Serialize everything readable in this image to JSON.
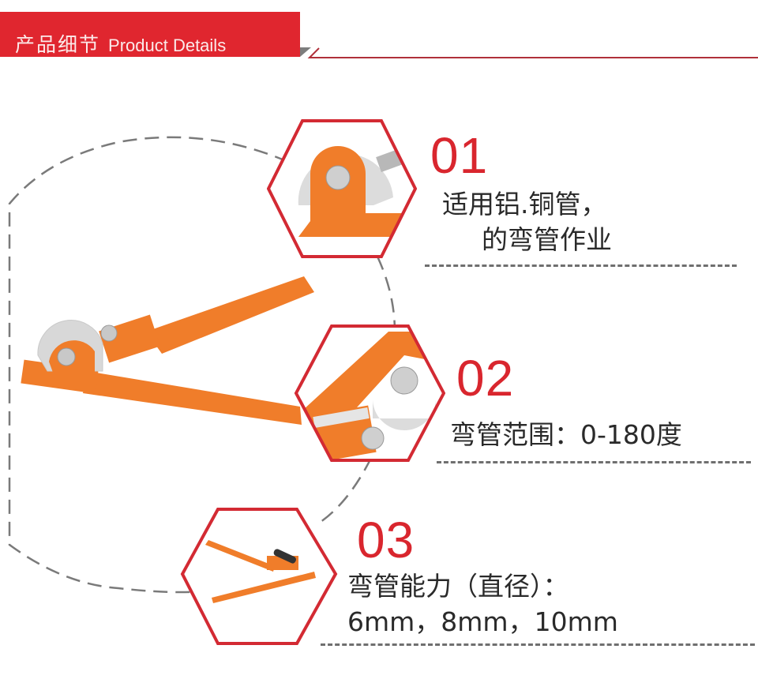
{
  "header": {
    "title_cn": "产品细节",
    "title_en": "Product Details",
    "banner_color": "#e0262f",
    "line_color": "#b0303a"
  },
  "product": {
    "name": "orange-pipe-bender",
    "color": "#f07d2a"
  },
  "features": [
    {
      "number": "01",
      "lines": [
        "适用铝.铜管，",
        "的弯管作业"
      ],
      "image": "bender-angle-scale-closeup"
    },
    {
      "number": "02",
      "lines": [
        "弯管范围：0-180度"
      ],
      "image": "bender-roller-closeup"
    },
    {
      "number": "03",
      "lines": [
        "弯管能力（直径）：",
        "6mm，8mm，10mm"
      ],
      "image": "bender-full-view"
    }
  ],
  "accent_color": "#d9262e"
}
